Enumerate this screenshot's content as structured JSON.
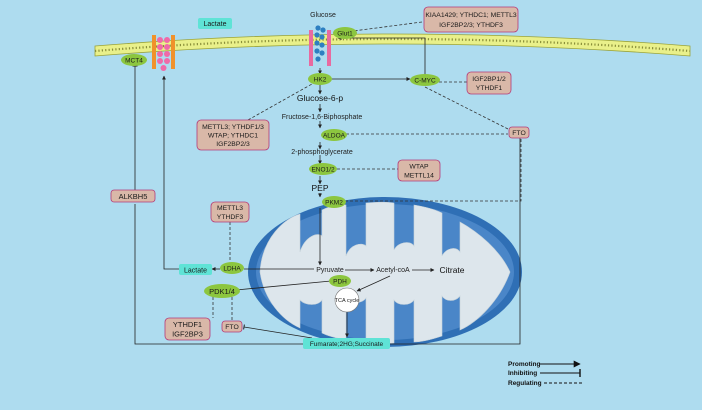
{
  "colors": {
    "background": "#aedcef",
    "membrane": "#e9f08a",
    "oval": "#8cc63f",
    "modifier_box": "#d9b8a8",
    "modifier_border": "#b43a78",
    "cyan_box": "#5fe3d6",
    "mito_outer": "#2f6fb5",
    "mito_inner": "#dde6ec",
    "lactate_dots": "#f06aa8",
    "glucose_dots": "#2d7fc1",
    "mct4_bar": "#f0922b",
    "glut1_bar": "#e86aa0"
  },
  "metabolites": {
    "lactate_top": "Lactate",
    "glucose": "Glucose",
    "glucose_6_p": "Glucose-6-p",
    "fructose": "Fructose-1,6-Biphosphate",
    "phosphoglycerate": "2-phosphoglycerate",
    "pep": "PEP",
    "pyruvate": "Pyruvate",
    "acetyl_coa": "Acetyl-coA",
    "citrate": "Citrate",
    "tca": "TCA cycle",
    "lactate_bottom": "Lactate",
    "fumarate": "Fumarate;2HG;Succinate"
  },
  "enzymes": {
    "mct4": "MCT4",
    "glut1": "Glut1",
    "hk2": "HK2",
    "cmyc": "C-MYC",
    "aldoa": "ALDOA",
    "eno": "ENO1/2",
    "pkm2": "PKM2",
    "ldha": "LDHA",
    "pdh": "PDH",
    "pdk": "PDK1/4",
    "fto_right": "FTO",
    "fto_bottom": "FTO",
    "alkbh5": "ALKBH5"
  },
  "regulators": {
    "glut1_regs": [
      "KIAA1429; YTHDC1; METTL3",
      "IGF2BP2/3; YTHDF3"
    ],
    "cmyc_regs": [
      "IGF2BP1/2",
      "YTHDF1"
    ],
    "hk2_regs": [
      "METTL3; YTHDF1/3",
      "WTAP; YTHDC1",
      "IGF2BP2/3"
    ],
    "eno_regs": [
      "WTAP",
      "METTL14"
    ],
    "ldha_regs": [
      "METTL3",
      "YTHDF3"
    ],
    "pdk_regs": [
      "YTHDF1",
      "IGF2BP3"
    ]
  },
  "legend": {
    "promoting": "Promoting",
    "inhibiting": "Inhibiting",
    "regulating": "Regulating"
  }
}
